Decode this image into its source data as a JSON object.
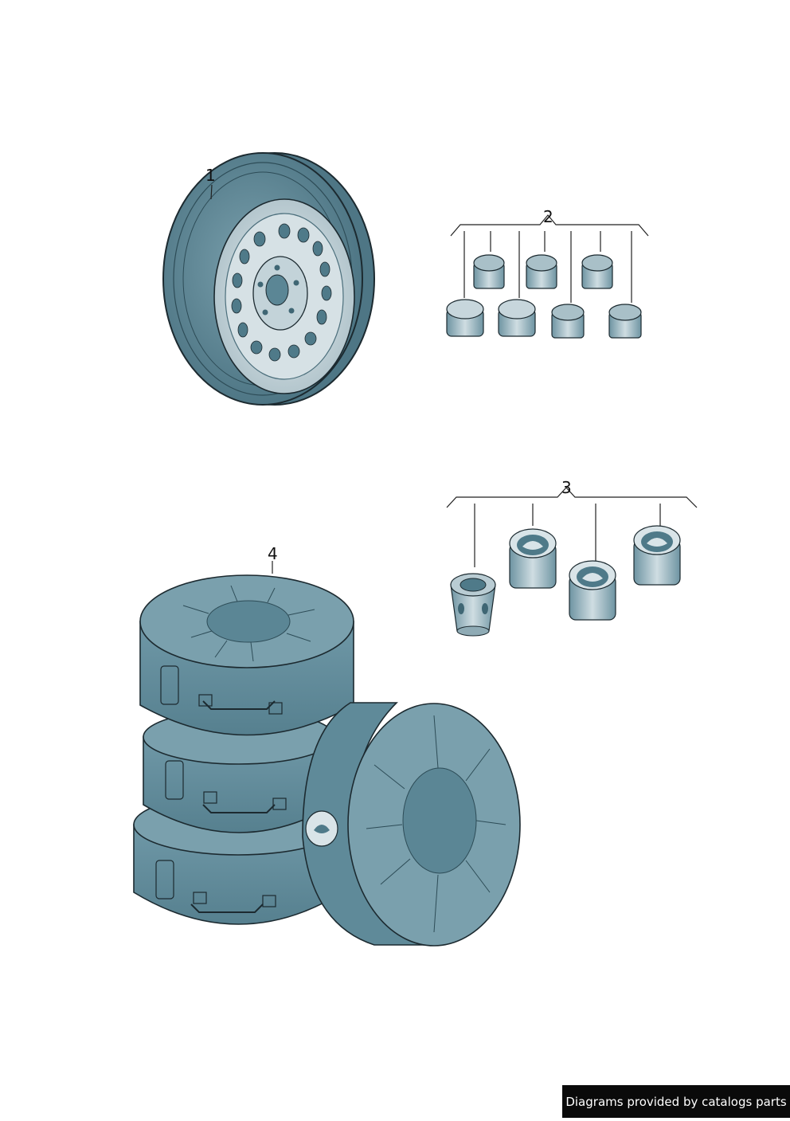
{
  "diagram": {
    "callouts": [
      {
        "id": "1",
        "label": "1"
      },
      {
        "id": "2",
        "label": "2"
      },
      {
        "id": "3",
        "label": "3"
      },
      {
        "id": "4",
        "label": "4"
      }
    ],
    "colors": {
      "part_fill": "#5f8a99",
      "part_light": "#b9ccd3",
      "part_dark": "#3f6674",
      "outline": "#1c2a30",
      "leader_line": "#222222"
    }
  },
  "footer": {
    "text": "Diagrams provided by catalogs parts"
  }
}
